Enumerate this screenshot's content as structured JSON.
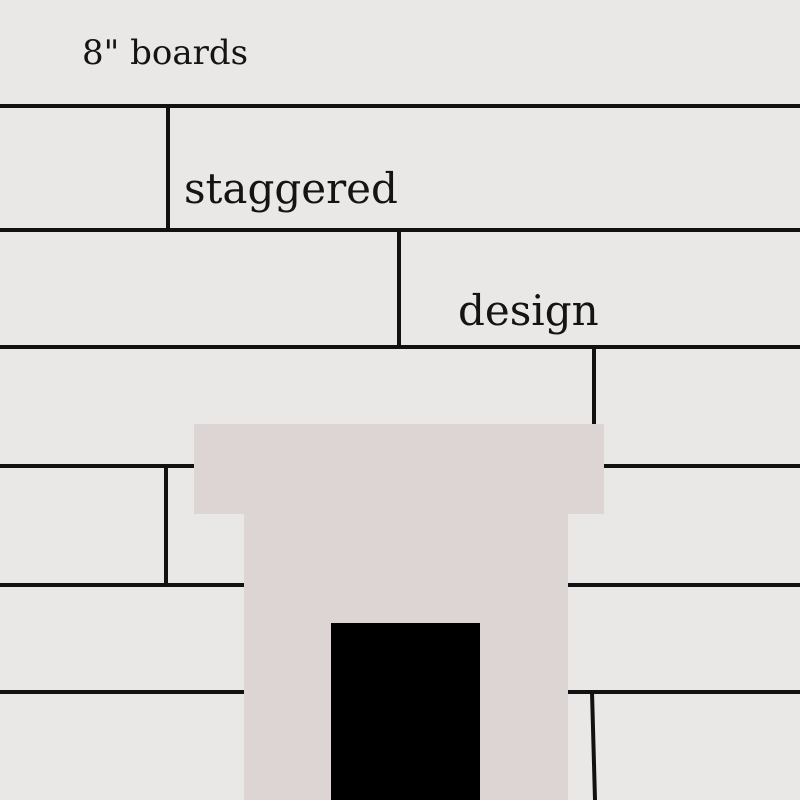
{
  "labels": {
    "boards": "8\" boards",
    "staggered": "staggered",
    "design": "design"
  },
  "colors": {
    "wall": "#e9e8e7",
    "seam": "#111111",
    "mantel": "#dcd5d4",
    "firebox": "#000000"
  }
}
